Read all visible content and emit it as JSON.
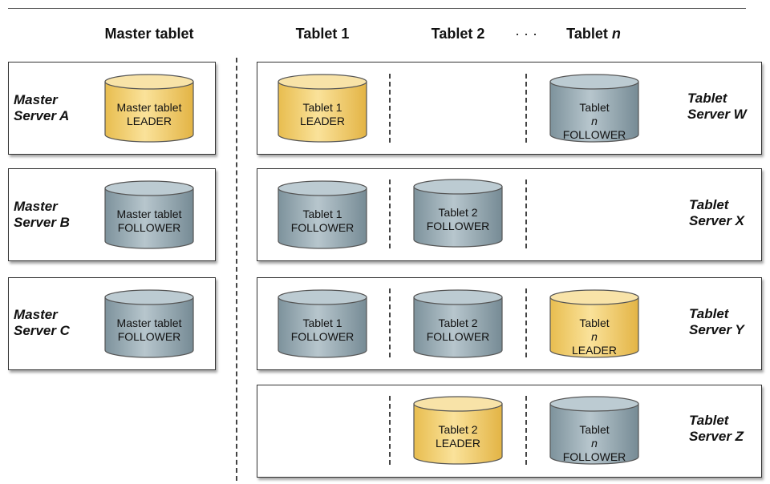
{
  "headers": {
    "master": "Master tablet",
    "tablet1": "Tablet 1",
    "tablet2": "Tablet 2",
    "ellipsis": "· · ·",
    "tabletn_prefix": "Tablet",
    "tabletn_var": "n"
  },
  "master_servers": [
    {
      "line1": "Master",
      "line2": "Server A",
      "tablet": {
        "line1": "Master tablet",
        "role": "LEADER"
      }
    },
    {
      "line1": "Master",
      "line2": "Server B",
      "tablet": {
        "line1": "Master tablet",
        "role": "FOLLOWER"
      }
    },
    {
      "line1": "Master",
      "line2": "Server C",
      "tablet": {
        "line1": "Master tablet",
        "role": "FOLLOWER"
      }
    }
  ],
  "tablet_servers": [
    {
      "line1": "Tablet",
      "line2": "Server W",
      "t1": {
        "line1": "Tablet 1",
        "role": "LEADER"
      },
      "tn": {
        "prefix": "Tablet",
        "var": "n",
        "role": "FOLLOWER"
      }
    },
    {
      "line1": "Tablet",
      "line2": "Server X",
      "t1": {
        "line1": "Tablet 1",
        "role": "FOLLOWER"
      },
      "t2": {
        "line1": "Tablet 2",
        "role": "FOLLOWER"
      }
    },
    {
      "line1": "Tablet",
      "line2": "Server Y",
      "t1": {
        "line1": "Tablet 1",
        "role": "FOLLOWER"
      },
      "t2": {
        "line1": "Tablet 2",
        "role": "FOLLOWER"
      },
      "tn": {
        "prefix": "Tablet",
        "var": "n",
        "role": "LEADER"
      }
    },
    {
      "line1": "Tablet",
      "line2": "Server Z",
      "t2": {
        "line1": "Tablet 2",
        "role": "LEADER"
      },
      "tn": {
        "prefix": "Tablet",
        "var": "n",
        "role": "FOLLOWER"
      }
    }
  ],
  "colors": {
    "leader_fill": "#f2cf6e",
    "leader_top": "#f8e3a8",
    "follower_fill": "#8fa3ad",
    "follower_top": "#bccbd2",
    "cylinder_stroke": "#555555"
  }
}
